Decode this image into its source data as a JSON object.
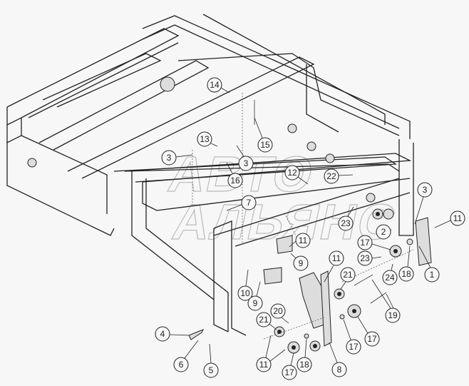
{
  "watermark": {
    "line1": "АВТО",
    "line2": "АЛЬЯНС"
  },
  "callouts": [
    "14",
    "13",
    "3",
    "3",
    "16",
    "15",
    "12",
    "22",
    "7",
    "23",
    "3",
    "2",
    "17",
    "23",
    "11",
    "1",
    "11",
    "9",
    "11",
    "21",
    "10",
    "9",
    "20",
    "21",
    "19",
    "17",
    "17",
    "24",
    "18",
    "11",
    "17",
    "18",
    "8",
    "4",
    "6",
    "5"
  ]
}
